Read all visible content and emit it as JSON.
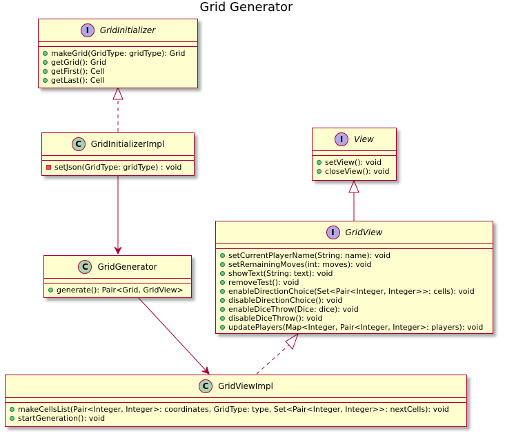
{
  "title": "Grid Generator",
  "colors": {
    "box_fill": "#fefece",
    "border": "#a80036",
    "interface_badge": "#b4a7e5",
    "class_badge": "#add1b2",
    "public_marker": "#84be84",
    "private_marker": "#f24d5c"
  },
  "elements": [
    {
      "id": "grid_initializer",
      "kind": "interface",
      "stereotype_letter": "I",
      "name": "GridInitializer",
      "members": [
        {
          "visibility": "public",
          "text": "makeGrid(GridType: gridType): Grid"
        },
        {
          "visibility": "public",
          "text": "getGrid(): Grid"
        },
        {
          "visibility": "public",
          "text": "getFirst(): Cell"
        },
        {
          "visibility": "public",
          "text": "getLast(): Cell"
        }
      ]
    },
    {
      "id": "grid_initializer_impl",
      "kind": "class",
      "stereotype_letter": "C",
      "name": "GridInitializerImpl",
      "members": [
        {
          "visibility": "private",
          "text": "setJson(GridType: gridType) : void"
        }
      ]
    },
    {
      "id": "grid_generator",
      "kind": "class",
      "stereotype_letter": "C",
      "name": "GridGenerator",
      "members": [
        {
          "visibility": "public",
          "text": "generate(): Pair<Grid, GridView>"
        }
      ]
    },
    {
      "id": "view",
      "kind": "interface",
      "stereotype_letter": "I",
      "name": "View",
      "members": [
        {
          "visibility": "public",
          "text": "setView(): void"
        },
        {
          "visibility": "public",
          "text": "closeView(): void"
        }
      ]
    },
    {
      "id": "grid_view",
      "kind": "interface",
      "stereotype_letter": "I",
      "name": "GridView",
      "members": [
        {
          "visibility": "public",
          "text": "setCurrentPlayerName(String: name): void"
        },
        {
          "visibility": "public",
          "text": "setRemainingMoves(int: moves): void"
        },
        {
          "visibility": "public",
          "text": "showText(String: text): void"
        },
        {
          "visibility": "public",
          "text": "removeTest(): void"
        },
        {
          "visibility": "public",
          "text": "enableDirectionChoice(Set<Pair<Integer, Integer>>: cells): void"
        },
        {
          "visibility": "public",
          "text": "disableDirectionChoice(): void"
        },
        {
          "visibility": "public",
          "text": "enableDiceThrow(Dice: dice): void"
        },
        {
          "visibility": "public",
          "text": "disableDiceThrow(): void"
        },
        {
          "visibility": "public",
          "text": "updatePlayers(Map<Integer, Pair<Integer, Integer>: players): void"
        }
      ]
    },
    {
      "id": "grid_view_impl",
      "kind": "class",
      "stereotype_letter": "C",
      "name": "GridViewImpl",
      "members": [
        {
          "visibility": "public",
          "text": "makeCellsList(Pair<Integer, Integer>: coordinates, GridType: type, Set<Pair<Integer, Integer>>: nextCells): void"
        },
        {
          "visibility": "public",
          "text": "startGeneration(): void"
        }
      ]
    }
  ],
  "relations": [
    {
      "from": "grid_initializer_impl",
      "to": "grid_initializer",
      "type": "realization"
    },
    {
      "from": "grid_initializer_impl",
      "to": "grid_generator",
      "type": "association"
    },
    {
      "from": "grid_generator",
      "to": "grid_view_impl",
      "type": "association"
    },
    {
      "from": "grid_view",
      "to": "view",
      "type": "generalization"
    },
    {
      "from": "grid_view_impl",
      "to": "grid_view",
      "type": "realization"
    }
  ]
}
